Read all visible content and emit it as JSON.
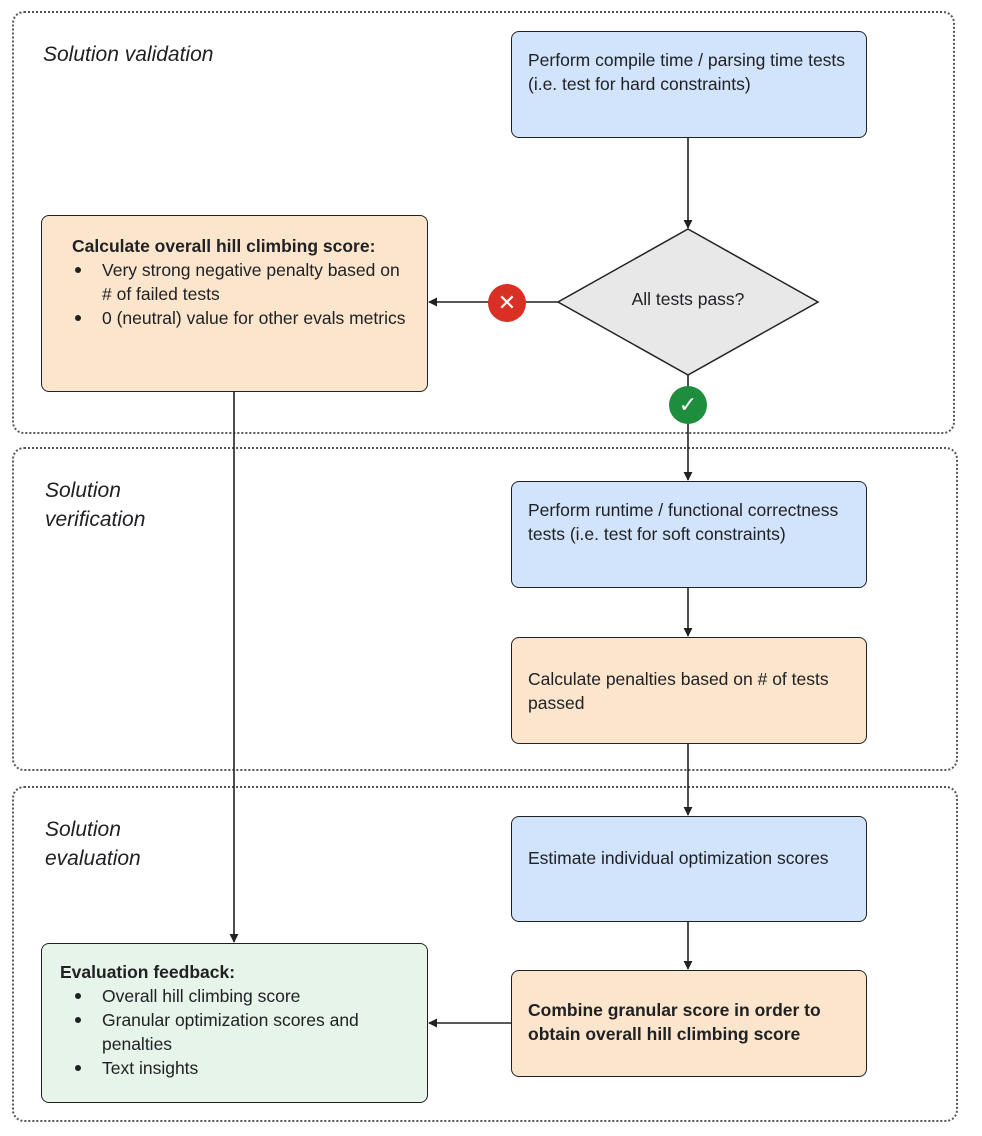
{
  "sections": {
    "validation": "Solution validation",
    "verification": "Solution\nverification",
    "evaluation": "Solution\nevaluation"
  },
  "nodes": {
    "compile_tests": "Perform compile time / parsing time tests (i.e. test for hard constraints)",
    "decision": "All tests pass?",
    "fail_score": {
      "title": "Calculate overall hill climbing score:",
      "bullets": [
        "Very strong negative penalty based on # of failed tests",
        "0 (neutral)  value for other evals metrics"
      ]
    },
    "runtime_tests": "Perform runtime / functional correctness tests (i.e. test for soft constraints)",
    "penalties": "Calculate penalties based on # of tests passed",
    "estimate_scores": "Estimate individual optimization scores",
    "combine_scores": "Combine granular score in order to obtain overall hill climbing score",
    "feedback": {
      "title": "Evaluation feedback:",
      "bullets": [
        "Overall hill climbing score",
        "Granular optimization scores and penalties",
        "Text insights"
      ]
    }
  },
  "icons": {
    "fail": "x-circle-icon",
    "pass": "check-circle-icon"
  },
  "colors": {
    "blue_box": "#d2e3fc",
    "orange_box": "#fce5cd",
    "green_box": "#e6f4ea",
    "decision_fill": "#e8e8e8",
    "fail_red": "#d93025",
    "pass_green": "#1e8e3e"
  }
}
